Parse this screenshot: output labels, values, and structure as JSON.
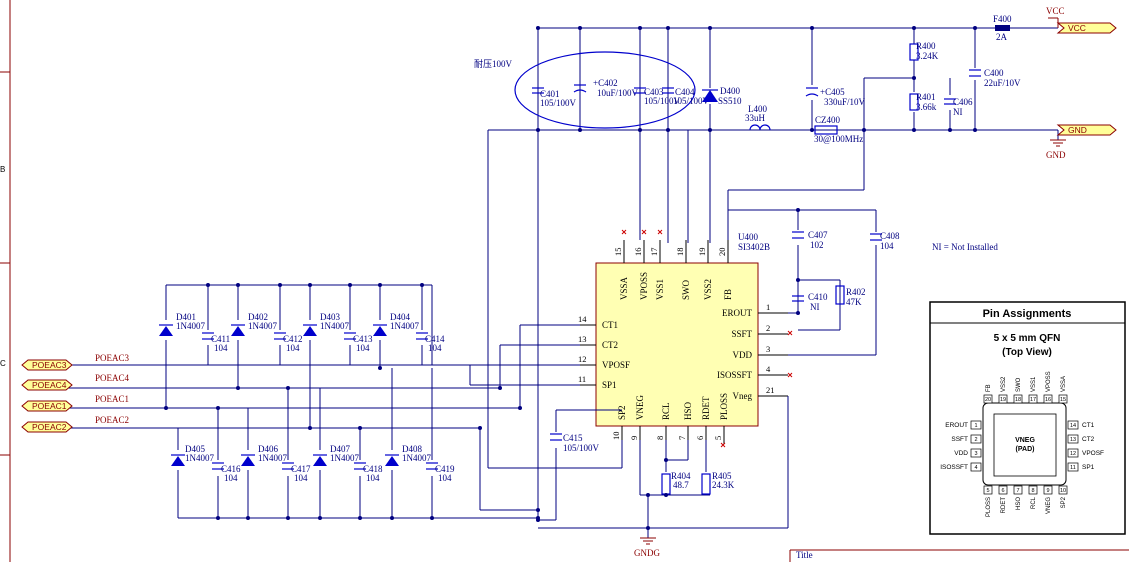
{
  "rails": {
    "vcc_net": "VCC",
    "vcc_port": "VCC",
    "gnd_port": "GND",
    "gnd_net": "GND",
    "gndg_net": "GNDG"
  },
  "note_voltage": "耐压100V",
  "ni_note": "NI = Not Installed",
  "title_field": "Title",
  "ic": {
    "designator": "U400",
    "part": "SI3402B",
    "top_pins": [
      {
        "num": "15",
        "name": "VSSA"
      },
      {
        "num": "16",
        "name": "VPOSS"
      },
      {
        "num": "17",
        "name": "VSS1"
      },
      {
        "num": "18",
        "name": "SWO"
      },
      {
        "num": "19",
        "name": "VSS2"
      },
      {
        "num": "20",
        "name": "FB"
      }
    ],
    "left_pins": [
      {
        "num": "14",
        "name": "CT1"
      },
      {
        "num": "13",
        "name": "CT2"
      },
      {
        "num": "12",
        "name": "VPOSF"
      },
      {
        "num": "11",
        "name": "SP1"
      }
    ],
    "right_pins": [
      {
        "num": "1",
        "name": "EROUT"
      },
      {
        "num": "2",
        "name": "SSFT"
      },
      {
        "num": "3",
        "name": "VDD"
      },
      {
        "num": "4",
        "name": "ISOSSFT"
      },
      {
        "num": "21",
        "name": "Vneg"
      }
    ],
    "bottom_pins": [
      {
        "num": "10",
        "name": "SP2"
      },
      {
        "num": "9",
        "name": "VNEG"
      },
      {
        "num": "8",
        "name": "RCL"
      },
      {
        "num": "7",
        "name": "HSO"
      },
      {
        "num": "6",
        "name": "RDET"
      },
      {
        "num": "5",
        "name": "PLOSS"
      }
    ]
  },
  "ports": [
    {
      "label": "POEAC3",
      "net": "POEAC3"
    },
    {
      "label": "POEAC4",
      "net": "POEAC4"
    },
    {
      "label": "POEAC1",
      "net": "POEAC1"
    },
    {
      "label": "POEAC2",
      "net": "POEAC2"
    }
  ],
  "components": {
    "F400": {
      "ref": "F400",
      "val": "2A"
    },
    "R400": {
      "ref": "R400",
      "val": "3.24K"
    },
    "R401": {
      "ref": "R401",
      "val": "3.66k"
    },
    "C406": {
      "ref": "C406",
      "val": "NI"
    },
    "C400": {
      "ref": "C400",
      "val": "22uF/10V"
    },
    "C401": {
      "ref": "C401",
      "val": "105/100V"
    },
    "C402": {
      "ref": "+C402",
      "val": "10uF/100V"
    },
    "C403": {
      "ref": "C403",
      "val": "105/100V"
    },
    "C404": {
      "ref": "C404",
      "val": "105/100V"
    },
    "D400": {
      "ref": "D400",
      "val": "SS510"
    },
    "L400": {
      "ref": "L400",
      "val": "33uH"
    },
    "C405": {
      "ref": "+C405",
      "val": "330uF/10V"
    },
    "CZ400": {
      "ref": "CZ400",
      "val": "30@100MHz"
    },
    "C407": {
      "ref": "C407",
      "val": "102"
    },
    "C408": {
      "ref": "C408",
      "val": "104"
    },
    "C410": {
      "ref": "C410",
      "val": "NI"
    },
    "R402": {
      "ref": "R402",
      "val": "47K"
    },
    "C415": {
      "ref": "C415",
      "val": "105/100V"
    },
    "R404": {
      "ref": "R404",
      "val": "48.7"
    },
    "R405": {
      "ref": "R405",
      "val": "24.3K"
    },
    "D401": {
      "ref": "D401",
      "val": "1N4007"
    },
    "D402": {
      "ref": "D402",
      "val": "1N4007"
    },
    "D403": {
      "ref": "D403",
      "val": "1N4007"
    },
    "D404": {
      "ref": "D404",
      "val": "1N4007"
    },
    "D405": {
      "ref": "D405",
      "val": "1N4007"
    },
    "D406": {
      "ref": "D406",
      "val": "1N4007"
    },
    "D407": {
      "ref": "D407",
      "val": "1N4007"
    },
    "D408": {
      "ref": "D408",
      "val": "1N4007"
    },
    "C411": {
      "ref": "C411",
      "val": "104"
    },
    "C412": {
      "ref": "C412",
      "val": "104"
    },
    "C413": {
      "ref": "C413",
      "val": "104"
    },
    "C414": {
      "ref": "C414",
      "val": "104"
    },
    "C416": {
      "ref": "C416",
      "val": "104"
    },
    "C417": {
      "ref": "C417",
      "val": "104"
    },
    "C418": {
      "ref": "C418",
      "val": "104"
    },
    "C419": {
      "ref": "C419",
      "val": "104"
    }
  },
  "sheet_zones": [
    "B",
    "C"
  ],
  "pin_assignments": {
    "title": "Pin Assignments",
    "package": "5 x 5 mm QFN",
    "view": "(Top View)",
    "pad_name": "VNEG",
    "pad_sub": "(PAD)",
    "top": [
      {
        "name": "FB",
        "num": "20"
      },
      {
        "name": "VSS2",
        "num": "19"
      },
      {
        "name": "SWO",
        "num": "18"
      },
      {
        "name": "VSS1",
        "num": "17"
      },
      {
        "name": "VPOSS",
        "num": "16"
      },
      {
        "name": "VSSA",
        "num": "15"
      }
    ],
    "left": [
      {
        "name": "EROUT",
        "num": "1"
      },
      {
        "name": "SSFT",
        "num": "2"
      },
      {
        "name": "VDD",
        "num": "3"
      },
      {
        "name": "ISOSSFT",
        "num": "4"
      }
    ],
    "right": [
      {
        "name": "CT1",
        "num": "14"
      },
      {
        "name": "CT2",
        "num": "13"
      },
      {
        "name": "VPOSF",
        "num": "12"
      },
      {
        "name": "SP1",
        "num": "11"
      }
    ],
    "bottom": [
      {
        "name": "PLOSS",
        "num": "5"
      },
      {
        "name": "RDET",
        "num": "6"
      },
      {
        "name": "HSO",
        "num": "7"
      },
      {
        "name": "RCL",
        "num": "8"
      },
      {
        "name": "VNEG",
        "num": "9"
      },
      {
        "name": "SP2",
        "num": "10"
      }
    ]
  }
}
